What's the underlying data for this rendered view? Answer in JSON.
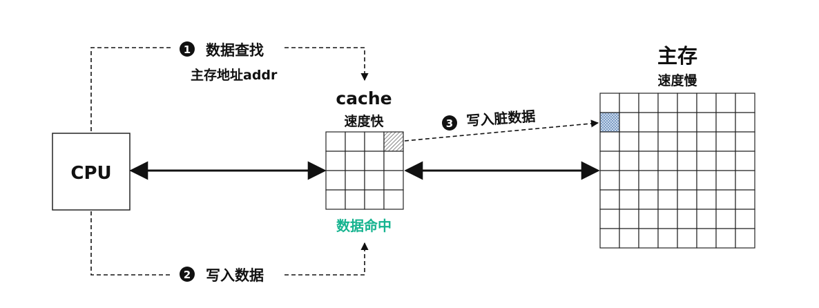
{
  "cpu": {
    "label": "CPU"
  },
  "cache": {
    "title": "cache",
    "speed": "速度快",
    "hit_label": "数据命中",
    "grid": {
      "rows": 4,
      "cols": 4
    },
    "dirty_cell": {
      "row": 0,
      "col": 3
    }
  },
  "memory": {
    "title": "主存",
    "speed": "速度慢",
    "grid": {
      "rows": 8,
      "cols": 8
    },
    "target_cell": {
      "row": 1,
      "col": 0
    }
  },
  "steps": {
    "step1": {
      "badge": "1",
      "text": "数据查找",
      "subtext": "主存地址addr"
    },
    "step2": {
      "badge": "2",
      "text": "写入数据"
    },
    "step3": {
      "badge": "3",
      "text": "写入脏数据"
    }
  },
  "colors": {
    "hit": "#15b38f",
    "line": "#111111",
    "dirty_fill": "#9db7d6"
  }
}
